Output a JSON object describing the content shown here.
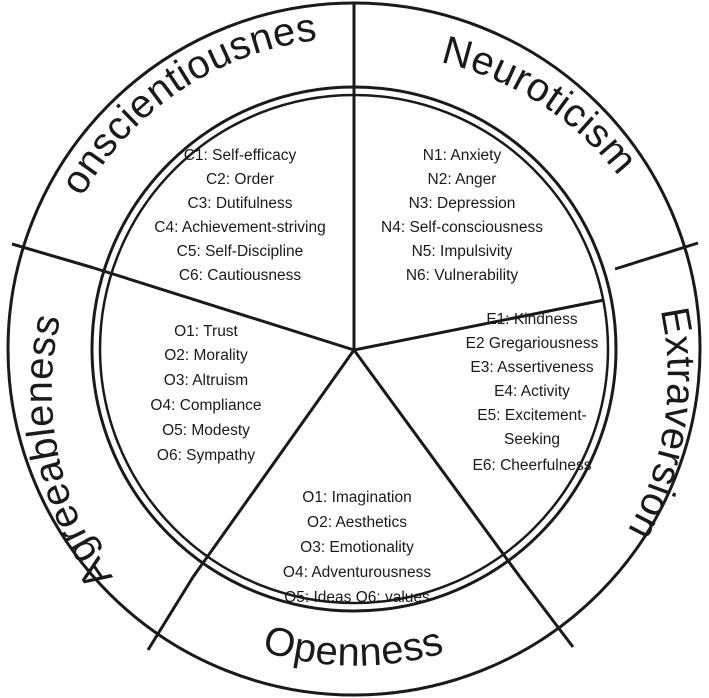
{
  "diagram": {
    "traits": {
      "conscientiousness": {
        "label": "Conscientiousness",
        "facets": [
          "C1: Self-efficacy",
          "C2: Order",
          "C3: Dutifulness",
          "C4: Achievement-striving",
          "C5: Self-Discipline",
          "C6: Cautiousness"
        ]
      },
      "neuroticism": {
        "label": "Neuroticism",
        "facets": [
          "N1: Anxiety",
          "N2: Anger",
          "N3: Depression",
          "N4: Self-consciousness",
          "N5: Impulsivity",
          "N6: Vulnerability"
        ]
      },
      "extraversion": {
        "label": "Extraversion",
        "facets": [
          "E1: Kindness",
          "E2 Gregariousness",
          "E3: Assertiveness",
          "E4: Activity",
          "E5: Excitement-",
          "Seeking",
          "E6: Cheerfulness"
        ]
      },
      "openness": {
        "label": "Openness",
        "facets": [
          "O1: Imagination",
          "O2: Aesthetics",
          "O3: Emotionality",
          "O4: Adventurousness",
          "O5: Ideas O6: values"
        ]
      },
      "agreeableness": {
        "label": "Agreeableness",
        "facets": [
          "O1: Trust",
          "O2: Morality",
          "O3: Altruism",
          "O4: Compliance",
          "O5: Modesty",
          "O6: Sympathy"
        ]
      }
    }
  }
}
